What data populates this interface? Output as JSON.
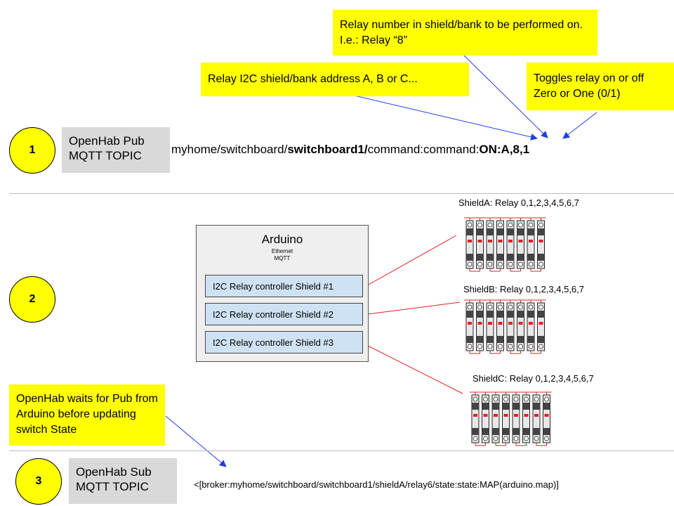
{
  "notes": {
    "relay_number": "Relay number in shield/bank to be performed on.  I.e.: Relay “8”",
    "shield_address": "Relay I2C shield/bank address A, B or C...",
    "toggle": "Toggles relay on or off Zero or One (0/1)",
    "openhab_waits": "OpenHab waits for Pub from Arduino before updating switch State"
  },
  "steps": [
    {
      "number": "1",
      "label": "OpenHab Pub MQTT TOPIC"
    },
    {
      "number": "2"
    },
    {
      "number": "3",
      "label": "OpenHab Sub MQTT TOPIC"
    }
  ],
  "pub_topic": {
    "prefix": "myhome/switchboard/",
    "device": "switchboard1/",
    "middle": "command:command:",
    "payload": "ON:A,8,1"
  },
  "sub_topic": "<[broker:myhome/switchboard/switchboard1/shieldA/relay6/state:state:MAP(arduino.map)]",
  "arduino": {
    "title": "Arduino",
    "subtitle_1": "Ethernet",
    "subtitle_2": "MQTT",
    "shields": [
      "I2C Relay controller Shield #1",
      "I2C Relay controller Shield #2",
      "I2C Relay controller Shield #3"
    ]
  },
  "relay_banks": [
    {
      "label": "ShieldA: Relay 0,1,2,3,4,5,6,7"
    },
    {
      "label": "ShieldB: Relay 0,1,2,3,4,5,6,7"
    },
    {
      "label": "ShieldC: Relay 0,1,2,3,4,5,6,7"
    }
  ],
  "colors": {
    "note_yellow": "#ffff00",
    "arrow_blue": "#1f3fe0",
    "wire_red": "#e02020",
    "shield_blue": "#cfe2f3",
    "topic_gray": "#d9d9d9"
  }
}
